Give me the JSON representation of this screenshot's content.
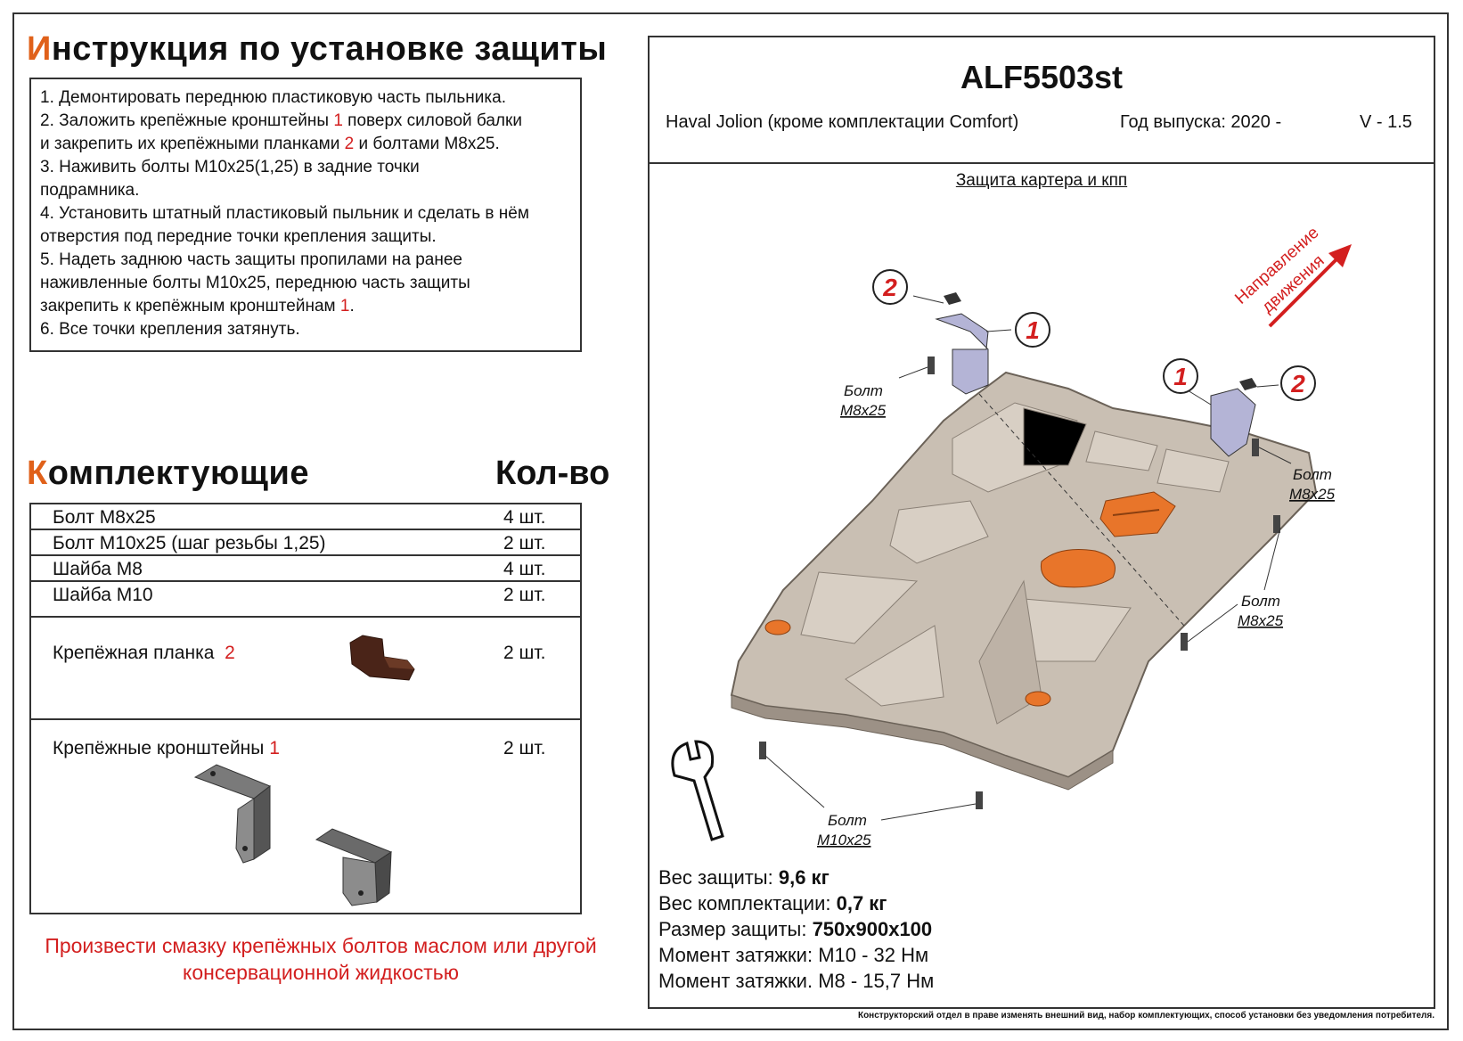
{
  "instructions": {
    "title_first": "И",
    "title_rest": "нструкция по установке защиты",
    "steps": [
      {
        "pre": "1. Демонтировать переднюю пластиковую часть пыльника.",
        "num": "",
        "post": ""
      },
      {
        "pre": "2. Заложить крепёжные кронштейны ",
        "num": "1",
        "post": " поверх силовой балки"
      },
      {
        "pre": "и закрепить их крепёжными планками ",
        "num": "2",
        "post": " и болтами М8х25."
      },
      {
        "pre": "3. Наживить болты М10х25(1,25) в задние точки",
        "num": "",
        "post": ""
      },
      {
        "pre": "подрамника.",
        "num": "",
        "post": ""
      },
      {
        "pre": "4. Установить штатный пластиковый пыльник и сделать в нём",
        "num": "",
        "post": ""
      },
      {
        "pre": "отверстия под передние точки крепления защиты.",
        "num": "",
        "post": ""
      },
      {
        "pre": "5. Надеть заднюю часть защиты пропилами на ранее",
        "num": "",
        "post": ""
      },
      {
        "pre": "наживленные болты М10х25, переднюю часть защиты",
        "num": "",
        "post": ""
      },
      {
        "pre": "закрепить к крепёжным кронштейнам ",
        "num": "1",
        "post": "."
      },
      {
        "pre": "6. Все точки крепления затянуть.",
        "num": "",
        "post": ""
      }
    ]
  },
  "parts": {
    "title_first": "К",
    "title_rest": "омплектующие",
    "qty_header": "Кол-во",
    "rows": [
      {
        "name": "Болт М8х25",
        "qty": "4 шт."
      },
      {
        "name": "Болт М10х25 (шаг резьбы 1,25)",
        "qty": "2 шт."
      },
      {
        "name": "Шайба М8",
        "qty": "4 шт."
      },
      {
        "name": "Шайба М10",
        "qty": "2 шт."
      }
    ],
    "plate": {
      "name": "Крепёжная планка",
      "num": "2",
      "qty": "2 шт."
    },
    "bracket": {
      "name": "Крепёжные кронштейны",
      "num": "1",
      "qty": "2 шт."
    }
  },
  "lubrication_note": "Произвести смазку крепёжных болтов маслом или другой консервационной жидкостью",
  "product": {
    "code": "ALF5503st",
    "car": "Haval Jolion (кроме комплектации Comfort)",
    "year": "Год выпуска: 2020 -",
    "version": "V - 1.5",
    "subtitle": "Защита картера и кпп"
  },
  "diagram": {
    "direction_line1": "Направление",
    "direction_line2": "движения",
    "callout_1": "1",
    "callout_2": "2",
    "bolt_word": "Болт",
    "bolt_m8": "М8х25",
    "bolt_m10": "М10х25"
  },
  "specs": {
    "weight_label": "Вес защиты: ",
    "weight_value": "9,6 кг",
    "kit_label": "Вес комплектации: ",
    "kit_value": "0,7 кг",
    "size_label": "Размер защиты: ",
    "size_value": "750х900х100",
    "torque1": "Момент затяжки:  М10 - 32 Нм",
    "torque2": "Момент затяжки.  М8 - 15,7 Нм"
  },
  "footnote": "Конструкторский отдел в праве изменять внешний вид, набор комплектующих, способ установки без уведомления потребителя.",
  "colors": {
    "accent": "#e0611a",
    "red": "#d31f1f",
    "plate": "#c9bfb3",
    "orange": "#e8752a"
  }
}
